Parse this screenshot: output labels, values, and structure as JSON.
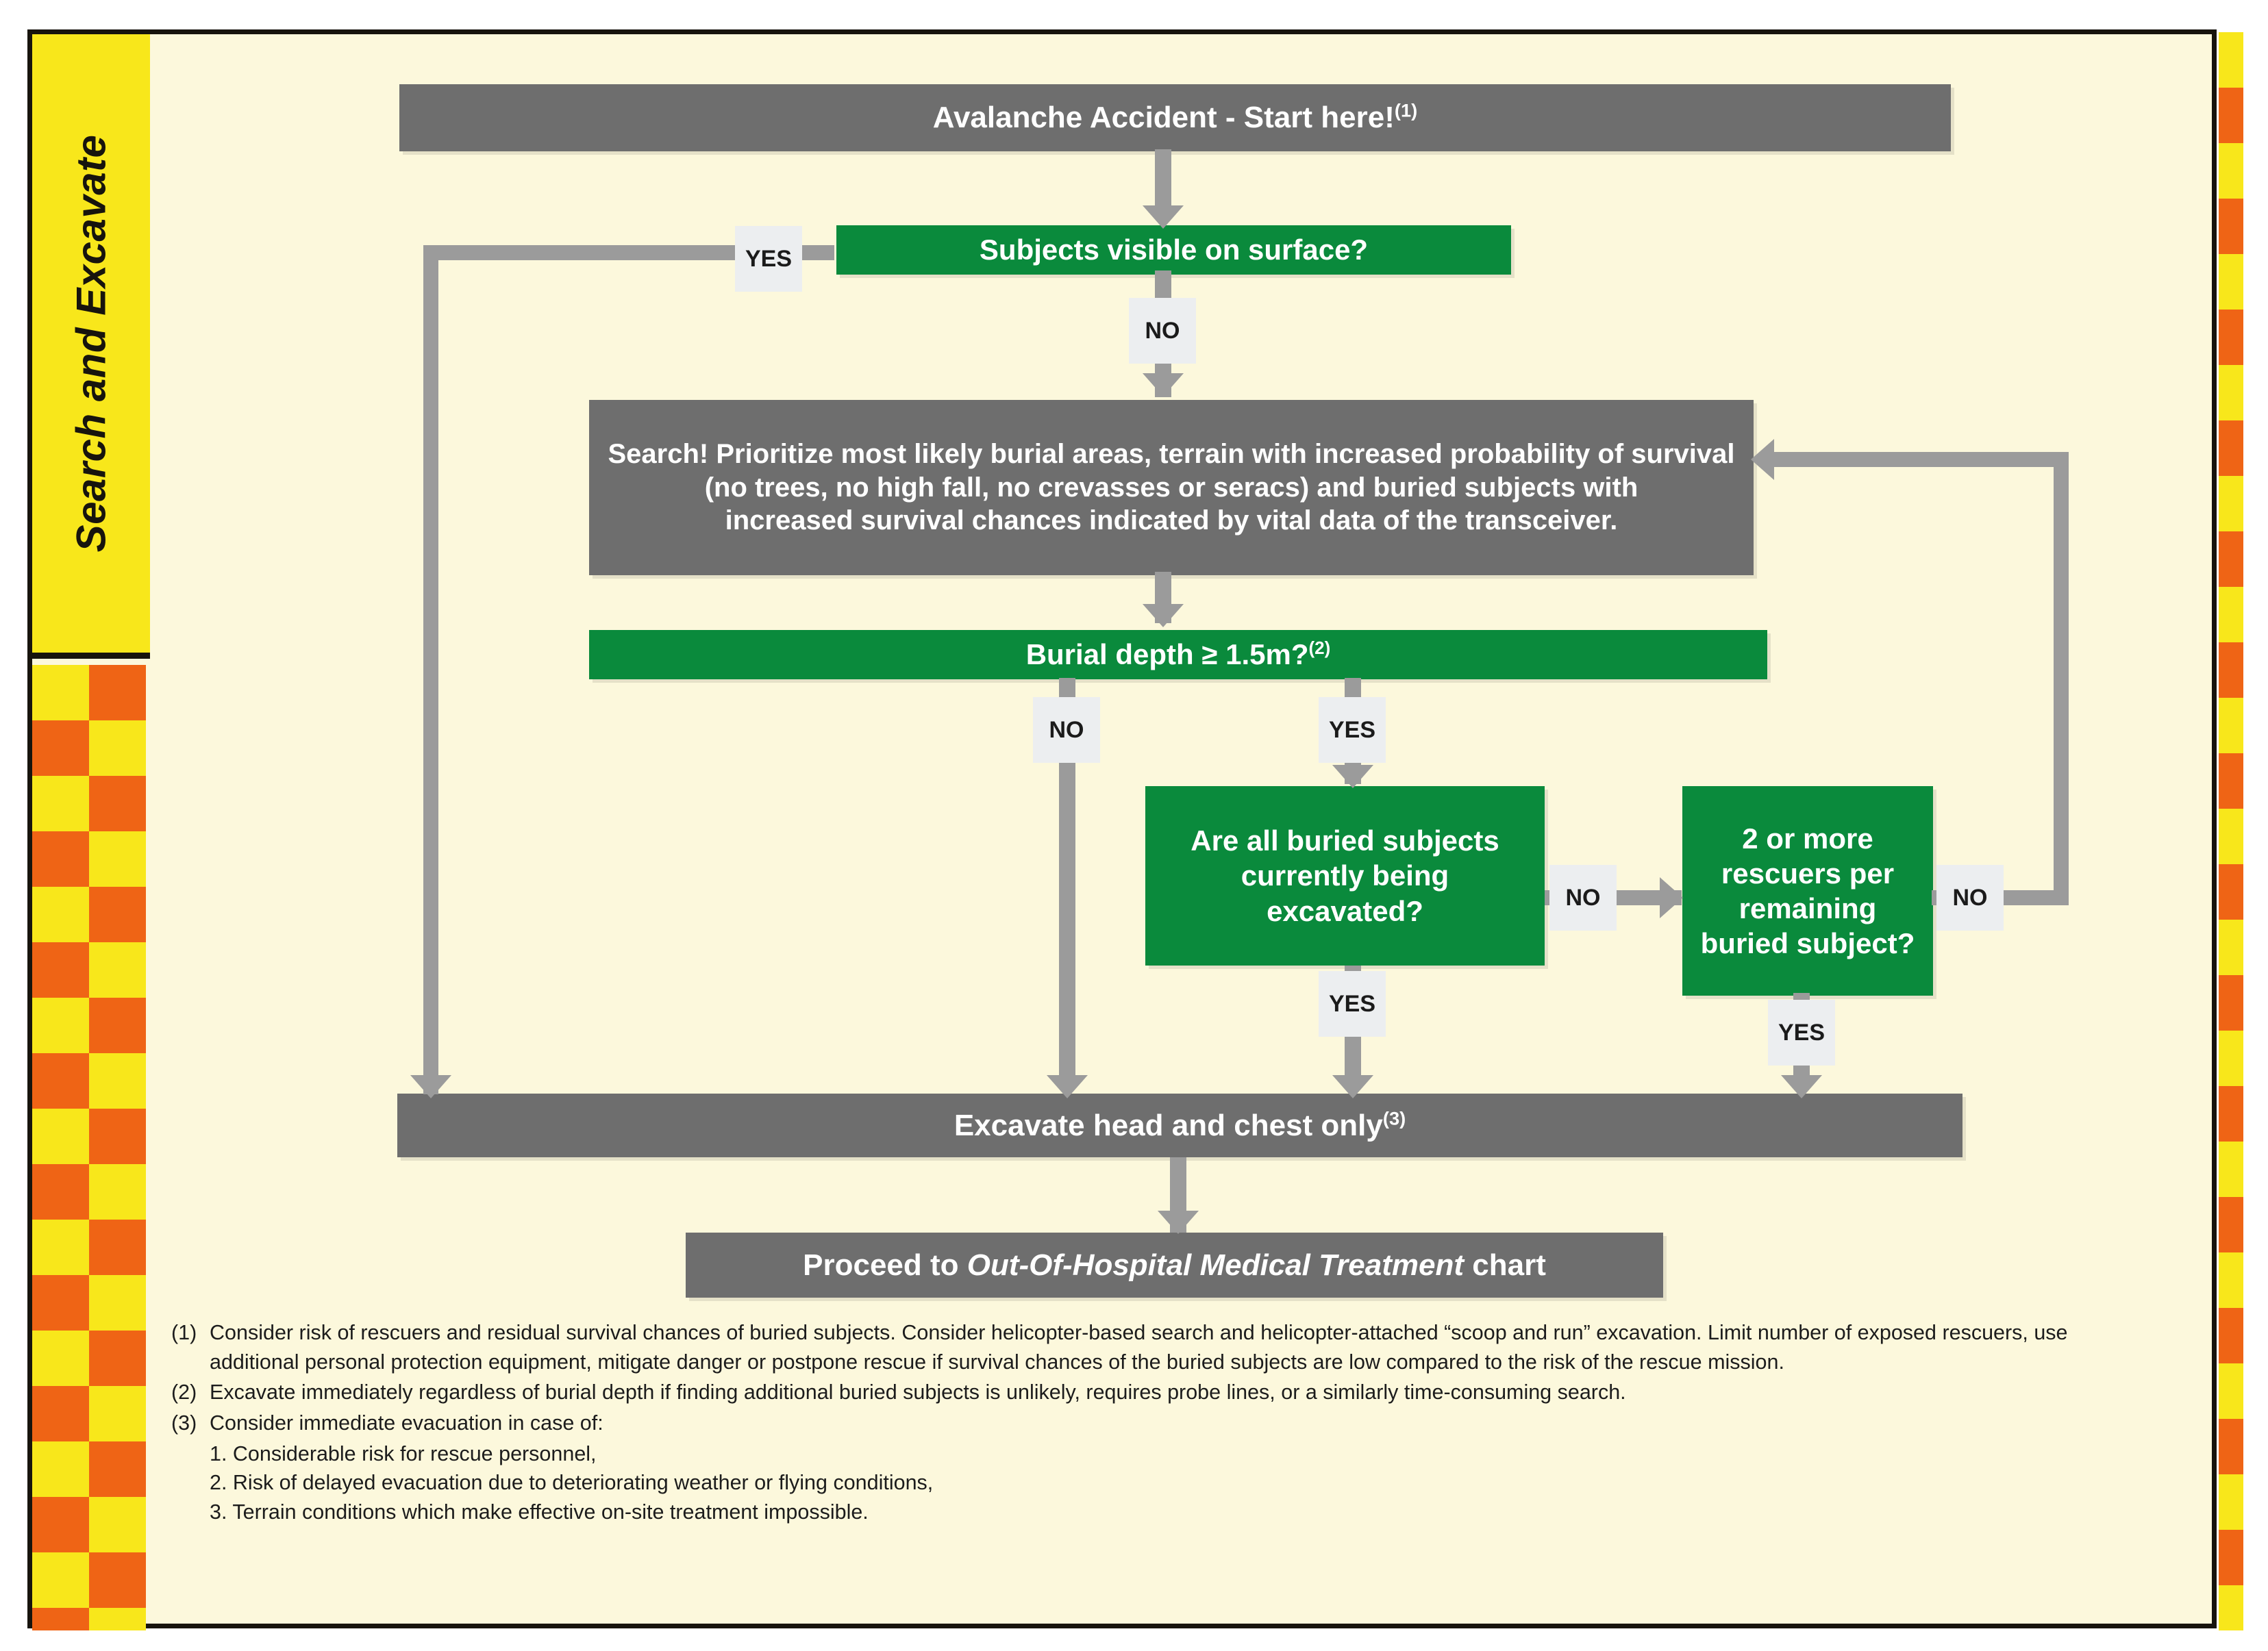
{
  "chart_data": {
    "type": "diagram",
    "title": "Avalanche Accident - Search and Excavate flowchart",
    "nodes": [
      {
        "id": "start",
        "kind": "action",
        "text": "Avalanche Accident - Start here!",
        "footnote": "(1)"
      },
      {
        "id": "visible",
        "kind": "decision",
        "text": "Subjects visible on surface?"
      },
      {
        "id": "search",
        "kind": "action",
        "text": "Search! Prioritize most likely burial areas, terrain with increased probability of survival (no trees, no high fall, no crevasses or seracs) and buried subjects with increased survival chances indicated by vital data of the transceiver."
      },
      {
        "id": "depth",
        "kind": "decision",
        "text": "Burial depth ≥ 1.5m?",
        "footnote": "(2)"
      },
      {
        "id": "allexcavated",
        "kind": "decision",
        "text": "Are all buried subjects currently being excavated?"
      },
      {
        "id": "rescuers",
        "kind": "decision",
        "text": "2 or more rescuers per remaining buried subject?"
      },
      {
        "id": "excavate",
        "kind": "action",
        "text": "Excavate head and chest only",
        "footnote": "(3)"
      },
      {
        "id": "proceed",
        "kind": "action",
        "text": "Proceed to Out-Of-Hospital Medical Treatment chart"
      }
    ],
    "edges": [
      {
        "from": "start",
        "to": "visible",
        "label": ""
      },
      {
        "from": "visible",
        "to": "excavate",
        "label": "YES"
      },
      {
        "from": "visible",
        "to": "search",
        "label": "NO"
      },
      {
        "from": "search",
        "to": "depth",
        "label": ""
      },
      {
        "from": "depth",
        "to": "excavate",
        "label": "NO"
      },
      {
        "from": "depth",
        "to": "allexcavated",
        "label": "YES"
      },
      {
        "from": "allexcavated",
        "to": "rescuers",
        "label": "NO"
      },
      {
        "from": "allexcavated",
        "to": "excavate",
        "label": "YES"
      },
      {
        "from": "rescuers",
        "to": "search",
        "label": "NO"
      },
      {
        "from": "rescuers",
        "to": "excavate",
        "label": "YES"
      },
      {
        "from": "excavate",
        "to": "proceed",
        "label": ""
      }
    ]
  },
  "sidebar": {
    "label": "Search and Excavate"
  },
  "colors": {
    "page_background": "#fcf8dc",
    "frame_border": "#17140d",
    "tab_yellow": "#f8e71b",
    "checker_orange": "#ef6415",
    "checker_yellow": "#f8e71b",
    "action_gray": "#6e6e6e",
    "decision_green": "#0a8a3c",
    "connector_gray": "#9b9b9b",
    "chip_background": "#eceef0"
  },
  "nodes": {
    "start": {
      "text": "Avalanche Accident - Start here!",
      "sup": "(1)"
    },
    "visible": {
      "text": "Subjects visible on surface?"
    },
    "search": {
      "line1": "Search! Prioritize most likely burial areas, terrain with increased probability of survival",
      "line2": "(no trees, no high fall, no crevasses or seracs) and buried subjects with",
      "line3": "increased survival chances indicated by vital data of the transceiver."
    },
    "depth": {
      "text": "Burial depth ≥ 1.5m?",
      "sup": "(2)"
    },
    "allexcavated": {
      "line1": "Are all buried subjects",
      "line2": "currently being",
      "line3": "excavated?"
    },
    "rescuers": {
      "line1": "2 or more",
      "line2": "rescuers per",
      "line3": "remaining",
      "line4": "buried subject?"
    },
    "excavate": {
      "text": "Excavate head and chest only",
      "sup": "(3)"
    },
    "proceed": {
      "prefix": "Proceed to ",
      "italic": "Out-Of-Hospital Medical Treatment",
      "suffix": " chart"
    }
  },
  "labels": {
    "visible_yes": "YES",
    "visible_no": "NO",
    "depth_no": "NO",
    "depth_yes": "YES",
    "allexcavated_no": "NO",
    "allexcavated_yes": "YES",
    "rescuers_no": "NO",
    "rescuers_yes": "YES"
  },
  "footnotes": [
    {
      "marker": "(1)",
      "text": "Consider risk of rescuers and residual survival chances of buried subjects. Consider helicopter-based search and helicopter-attached “scoop and run” excavation. Limit number of exposed rescuers, use additional personal protection equipment, mitigate danger or postpone rescue if survival chances of the buried subjects are low compared to the risk of the rescue mission."
    },
    {
      "marker": "(2)",
      "text": "Excavate immediately regardless of burial depth if finding additional buried subjects is unlikely, requires probe lines, or a similarly time-consuming search."
    },
    {
      "marker": "(3)",
      "text": "Consider immediate evacuation in case of:",
      "items": [
        "1. Considerable risk for rescue personnel,",
        "2. Risk of delayed evacuation due to deteriorating weather or flying conditions,",
        "3. Terrain conditions which make effective on-site treatment impossible."
      ]
    }
  ]
}
